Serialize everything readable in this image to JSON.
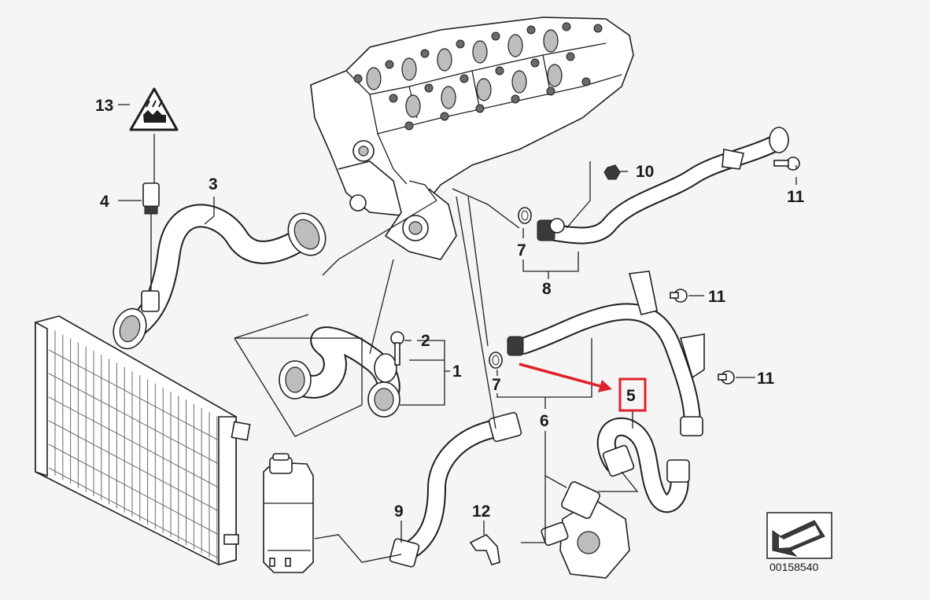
{
  "labels": {
    "p1": "1",
    "p2": "2",
    "p3": "3",
    "p4": "4",
    "p5": "5",
    "p6": "6",
    "p7a": "7",
    "p7b": "7",
    "p8": "8",
    "p9": "9",
    "p10": "10",
    "p11a": "11",
    "p11b": "11",
    "p11c": "11",
    "p12": "12",
    "p13": "13"
  },
  "catalog_number": "00158540",
  "colors": {
    "background": "#f5f5f5",
    "line": "#1f1f1f",
    "highlight": "#e0202a"
  },
  "icons": {
    "warning": "hot-coolant-warning-icon",
    "catalog": "catalog-arrow-icon"
  }
}
